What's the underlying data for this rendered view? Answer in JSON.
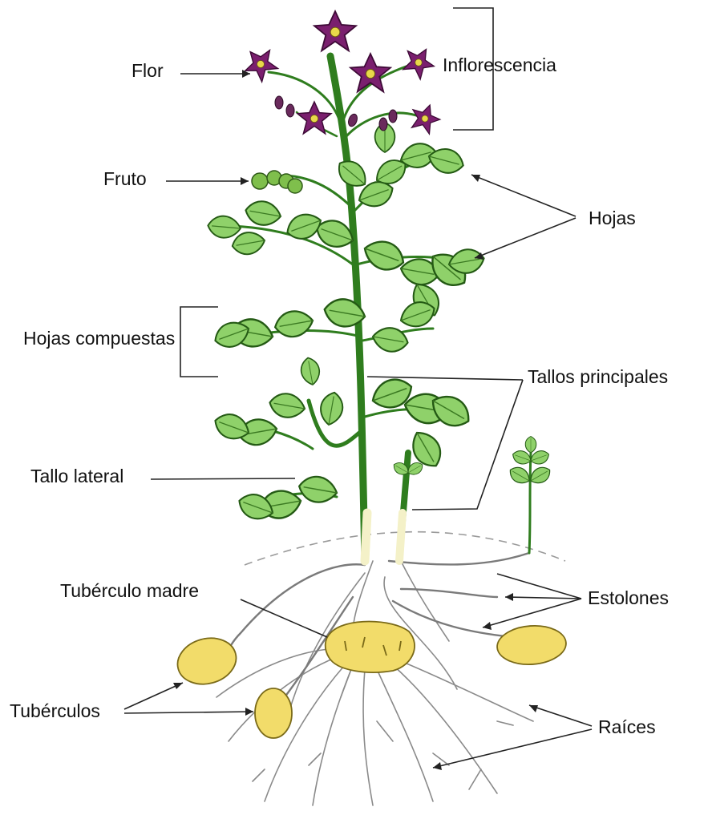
{
  "labels": {
    "flor": "Flor",
    "inflorescencia": "Inflorescencia",
    "fruto": "Fruto",
    "hojas": "Hojas",
    "hojas_compuestas": "Hojas compuestas",
    "tallos_principales": "Tallos principales",
    "tallo_lateral": "Tallo lateral",
    "tuberculo_madre": "Tubérculo madre",
    "estolones": "Estolones",
    "tuberculos": "Tubérculos",
    "raices": "Raíces"
  },
  "colors": {
    "stem": "#2f7d1e",
    "leaf": "#8fd16a",
    "leaf_outline": "#245a14",
    "flower": "#7a1f6e",
    "tuber": "#f2dc6a",
    "root": "#8a8a8a",
    "pointer": "#222222"
  }
}
